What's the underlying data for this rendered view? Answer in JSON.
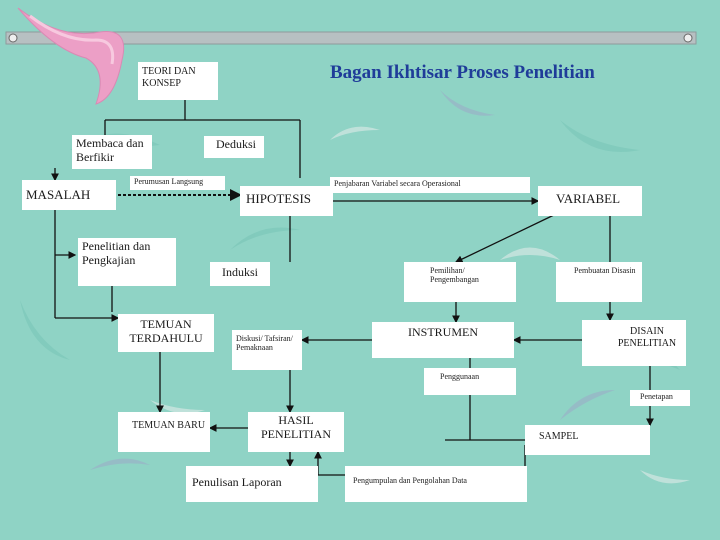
{
  "title": "Bagan  Ikhtisar Proses Penelitian",
  "colors": {
    "background": "#8fd3c5",
    "title": "#1f3c99",
    "box": "#ffffff",
    "line": "#111111",
    "bar": "#b7c0c2",
    "decoration_pink": "#ec9fc6"
  },
  "nodes": {
    "teori": "TEORI DAN KONSEP",
    "membaca": "Membaca dan Berfikir",
    "deduksi": "Deduksi",
    "masalah": "MASALAH",
    "perumusan": "Perumusan Langsung",
    "hipotesis": "HIPOTESIS",
    "penjabaran": "Penjabaran Variabel secara Operasional",
    "variabel": "VARIABEL",
    "penelitian": "Penelitian dan Pengkajian",
    "induksi": "Induksi",
    "pemilihan": "Pemilihan/ Pengembangan",
    "pembuatan": "Pembuatan Disasin",
    "temuan_terdahulu": "TEMUAN TERDAHULU",
    "diskusi": "Diskusi/ Tafsiran/ Pemaknaan",
    "instrumen": "INSTRUMEN",
    "disain": "DISAIN PENELITIAN",
    "penggunaan": "Penggunaan",
    "penetapan": "Penetapan",
    "temuan_baru": "TEMUAN BARU",
    "hasil": "HASIL PENELITIAN",
    "sampel": "SAMPEL",
    "penulisan": "Penulisan Laporan",
    "pengumpulan": "Pengumpulan dan Pengolahan Data"
  }
}
